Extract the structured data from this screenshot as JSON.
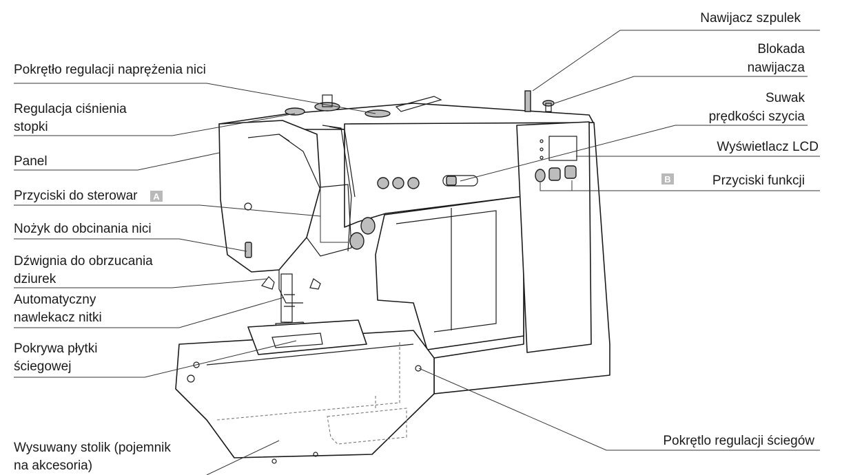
{
  "labels": {
    "bobbin_winder": "Nawijacz szpulek",
    "winder_lock_l1": "Blokada",
    "winder_lock_l2": "nawijacza",
    "speed_slider_l1": "Suwak",
    "speed_slider_l2": "prędkości szycia",
    "lcd_display": "Wyświetlacz LCD",
    "function_buttons": "Przyciski funkcji",
    "tension_dial": "Pokrętło regulacji naprężenia nici",
    "presser_pressure_l1": "Regulacja ciśnienia",
    "presser_pressure_l2": "stopki",
    "panel": "Panel",
    "control_buttons": "Przyciski do sterowar",
    "thread_cutter": "Nożyk do obcinania nici",
    "buttonhole_lever_l1": "Dźwignia do obrzucania",
    "buttonhole_lever_l2": "dziurek",
    "auto_threader_l1": "Automatyczny",
    "auto_threader_l2": "nawlekacz nitki",
    "needle_plate_cover_l1": "Pokrywa płytki",
    "needle_plate_cover_l2": "ściegowej",
    "extension_table_l1": "Wysuwany stolik (pojemnik",
    "extension_table_l2": "na akcesoria)",
    "stitch_dial": "Pokrętlo regulacji ściegów"
  },
  "badges": {
    "a": "A",
    "b": "B"
  }
}
